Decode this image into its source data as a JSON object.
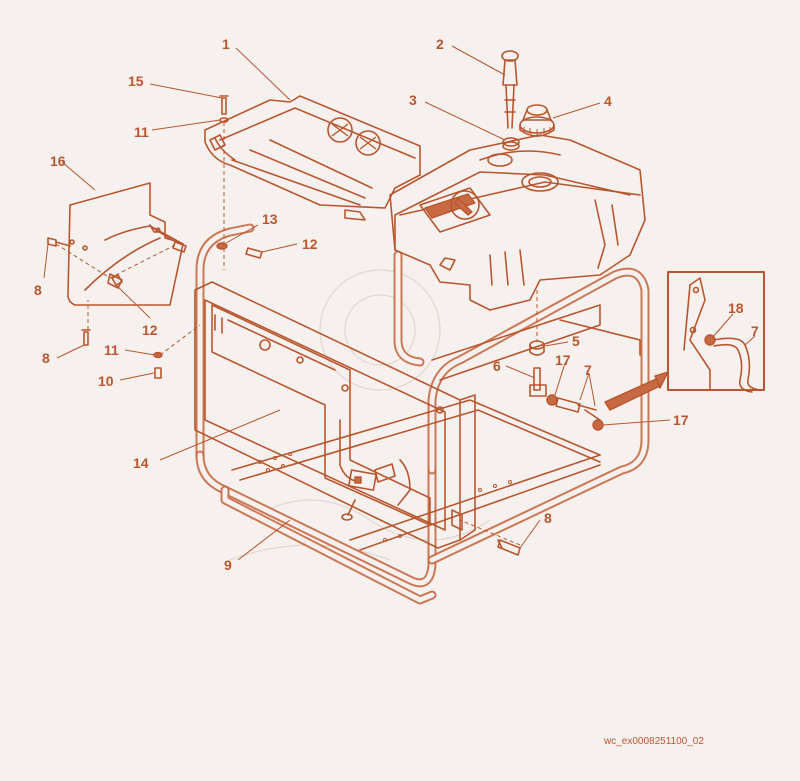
{
  "diagram": {
    "callouts": [
      {
        "id": "c1",
        "label": "1"
      },
      {
        "id": "c2",
        "label": "2"
      },
      {
        "id": "c3",
        "label": "3"
      },
      {
        "id": "c4",
        "label": "4"
      },
      {
        "id": "c5",
        "label": "5"
      },
      {
        "id": "c6",
        "label": "6"
      },
      {
        "id": "c7a",
        "label": "7"
      },
      {
        "id": "c7b",
        "label": "7"
      },
      {
        "id": "c8a",
        "label": "8"
      },
      {
        "id": "c8b",
        "label": "8"
      },
      {
        "id": "c8c",
        "label": "8"
      },
      {
        "id": "c9",
        "label": "9"
      },
      {
        "id": "c10",
        "label": "10"
      },
      {
        "id": "c11a",
        "label": "11"
      },
      {
        "id": "c11b",
        "label": "11"
      },
      {
        "id": "c12a",
        "label": "12"
      },
      {
        "id": "c12b",
        "label": "12"
      },
      {
        "id": "c13",
        "label": "13"
      },
      {
        "id": "c14",
        "label": "14"
      },
      {
        "id": "c15",
        "label": "15"
      },
      {
        "id": "c16",
        "label": "16"
      },
      {
        "id": "c17a",
        "label": "17"
      },
      {
        "id": "c17b",
        "label": "17"
      },
      {
        "id": "c18",
        "label": "18"
      }
    ],
    "reference_code": "wc_ex0008251100_02",
    "colors": {
      "line": "#b8572f",
      "fill": "#c76a43",
      "background": "#f6f1ee"
    }
  }
}
